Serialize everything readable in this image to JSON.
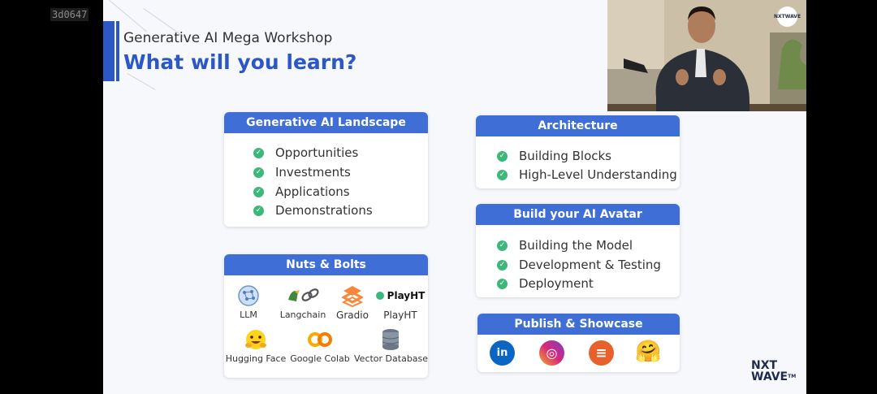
{
  "overlay_id": "3d0647",
  "slide": {
    "subtitle": "Generative AI Mega Workshop",
    "headline": "What will you learn?",
    "accent_color": "#2b58c4",
    "header_color": "#3f6fd6",
    "check_color": "#3db87a"
  },
  "cards": {
    "landscape": {
      "title": "Generative AI Landscape",
      "items": [
        "Opportunities",
        "Investments",
        "Applications",
        "Demonstrations"
      ]
    },
    "architecture": {
      "title": "Architecture",
      "items": [
        "Building Blocks",
        "High-Level Understanding"
      ]
    },
    "avatar": {
      "title": "Build your AI Avatar",
      "items": [
        "Building the Model",
        "Development & Testing",
        "Deployment"
      ]
    },
    "nuts": {
      "title": "Nuts & Bolts",
      "tools": [
        {
          "label": "LLM",
          "icon": "brain-network-icon"
        },
        {
          "label": "Langchain",
          "icon": "parrot-chain-icon"
        },
        {
          "label": "Gradio",
          "icon": "gradio-icon"
        },
        {
          "label": "PlayHT",
          "icon": "playht-icon",
          "logo_text": "PlayHT"
        },
        {
          "label": "Hugging Face",
          "icon": "hugging-face-icon"
        },
        {
          "label": "Google Colab",
          "icon": "colab-icon"
        },
        {
          "label": "Vector Database",
          "icon": "database-icon"
        }
      ]
    },
    "publish": {
      "title": "Publish & Showcase",
      "icons": [
        {
          "name": "linkedin-icon",
          "glyph": "in",
          "color": "#0a66c2"
        },
        {
          "name": "instagram-icon",
          "glyph": "◎",
          "color": "#d6297b"
        },
        {
          "name": "resume-icon",
          "glyph": "≡",
          "color": "#e8602c"
        },
        {
          "name": "hugging-face-icon",
          "glyph": "🤗",
          "color": "#ffd21e"
        }
      ]
    }
  },
  "brand": {
    "line1": "NXT",
    "line2": "WAVE",
    "tm": "TM",
    "cam_badge_line1": "NXT",
    "cam_badge_line2": "WAVE"
  }
}
